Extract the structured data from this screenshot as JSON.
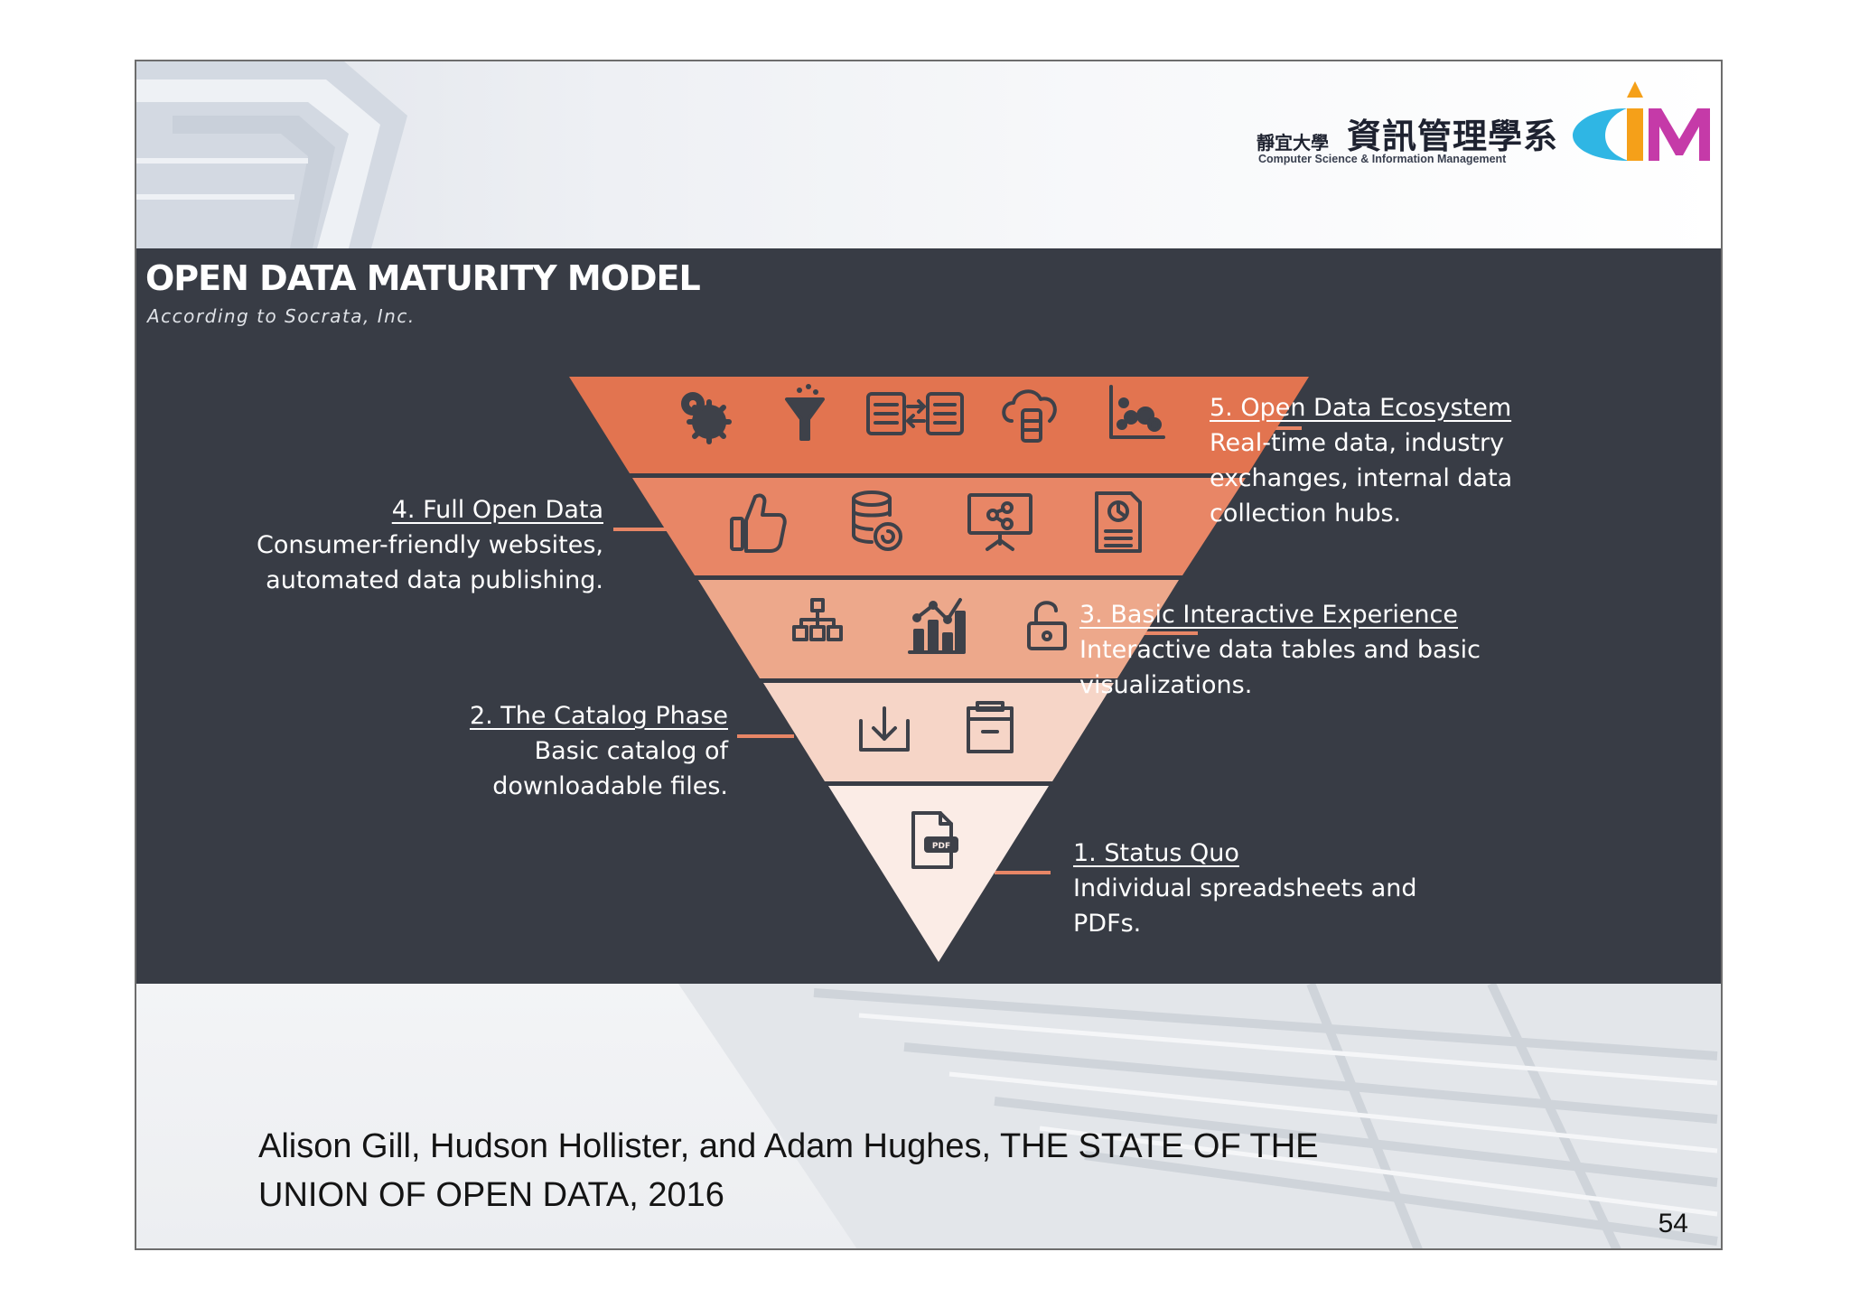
{
  "header": {
    "logo_chinese_small": "靜宜大學",
    "logo_chinese_big": "資訊管理學系",
    "logo_english": "Computer Science & Information Management"
  },
  "slide": {
    "title": "OPEN DATA MATURITY MODEL",
    "subtitle": "According to Socrata, Inc."
  },
  "stages": [
    {
      "title": "5. Open Data Ecosystem",
      "description": "Real-time data, industry exchanges, internal data collection hubs.",
      "icons": [
        "gears-icon",
        "funnel-icon",
        "data-exchange-icon",
        "cloud-database-icon",
        "scatter-plot-icon"
      ]
    },
    {
      "title": "4. Full Open Data",
      "description": "Consumer-friendly websites, automated data publishing.",
      "icons": [
        "thumbs-up-icon",
        "database-refresh-icon",
        "presentation-network-icon",
        "report-document-icon"
      ]
    },
    {
      "title": "3. Basic Interactive Experience",
      "description": "Interactive data tables and basic visualizations.",
      "icons": [
        "org-chart-icon",
        "bar-line-chart-icon",
        "unlock-icon"
      ]
    },
    {
      "title": "2. The Catalog Phase",
      "description": "Basic catalog of downloadable files.",
      "icons": [
        "download-icon",
        "archive-box-icon"
      ]
    },
    {
      "title": "1. Status Quo",
      "description": "Individual spreadsheets and PDFs.",
      "icons": [
        "pdf-file-icon"
      ]
    }
  ],
  "pdf_icon_label": "PDF",
  "colors": {
    "band": "#383c45",
    "level5": "#e27450",
    "level4": "#e88666",
    "level3": "#eda88b",
    "level2": "#f6d5c7",
    "level1": "#fbece6",
    "icon": "#4b4f58",
    "logo_cyan": "#2fb6e4",
    "logo_magenta": "#c53aa8",
    "logo_orange": "#f5a019"
  },
  "footer": {
    "reference": "Alison Gill, Hudson Hollister, and Adam Hughes, THE STATE OF THE UNION OF OPEN DATA, 2016",
    "page_number": "54"
  }
}
